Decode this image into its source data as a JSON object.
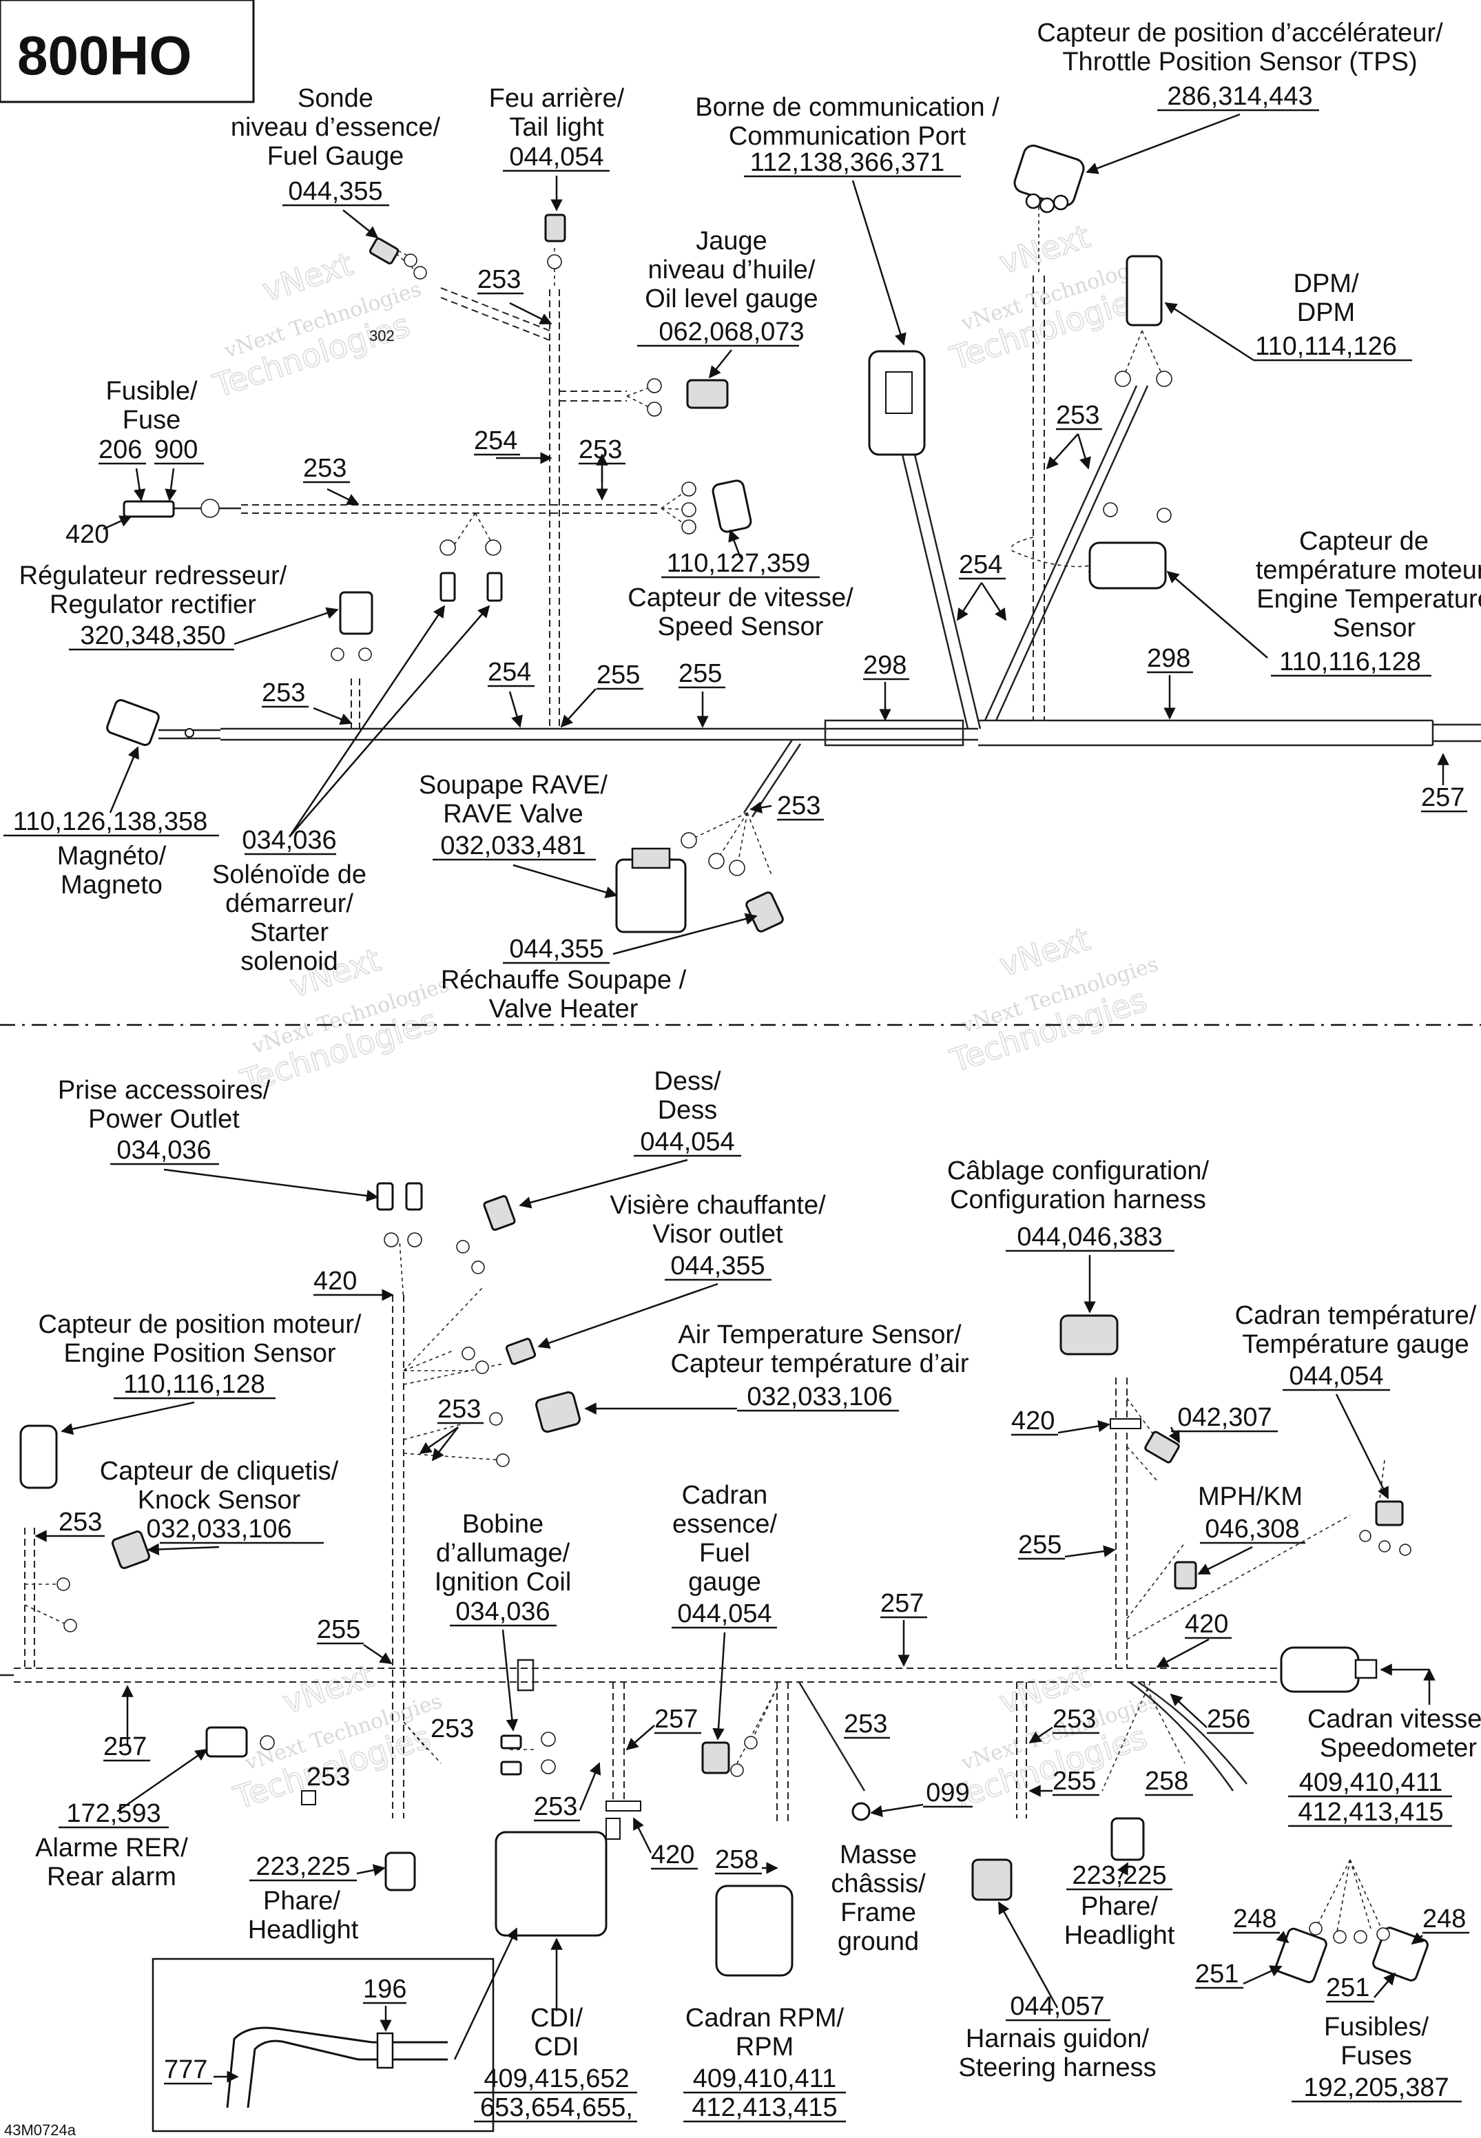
{
  "model": "800HO",
  "figure_code": "43M0724a",
  "watermark": {
    "line1": "vNext Technologies",
    "line2": "vNext",
    "line3": "Technologies"
  },
  "components": {
    "fuel_gauge": {
      "fr": "Sonde",
      "fr2": "niveau d’essence/",
      "en": "Fuel Gauge",
      "refs": "044,355"
    },
    "tail_light": {
      "fr": "Feu arrière/",
      "en": "Tail light",
      "refs": "044,054"
    },
    "comm_port": {
      "fr": "Borne de communication /",
      "en": "Communication Port",
      "refs": "112,138,366,371"
    },
    "tps": {
      "fr": "Capteur de position d’accélérateur/",
      "en": "Throttle Position Sensor (TPS)",
      "refs": "286,314,443"
    },
    "oil_gauge": {
      "fr": "Jauge",
      "fr2": "niveau d’huile/",
      "en": "Oil level gauge",
      "refs": "062,068,073"
    },
    "dpm": {
      "fr": "DPM/",
      "en": "DPM",
      "refs": "110,114,126"
    },
    "fuse": {
      "fr": "Fusible/",
      "en": "Fuse",
      "refs_a": "206",
      "refs_b": "900",
      "ref_c": "420"
    },
    "regulator": {
      "fr": "Régulateur redresseur/",
      "en": "Regulator rectifier",
      "refs": "320,348,350"
    },
    "speed_sensor": {
      "refs": "110,127,359",
      "fr": "Capteur de vitesse/",
      "en": "Speed Sensor"
    },
    "engine_temp": {
      "fr": "Capteur de",
      "fr2": "température moteur/",
      "en": "Engine Temperature",
      "en2": "Sensor",
      "refs": "110,116,128"
    },
    "magneto": {
      "refs": "110,126,138,358",
      "fr": "Magnéto/",
      "en": "Magneto"
    },
    "starter": {
      "refs": "034,036",
      "fr": "Solénoïde de",
      "fr2": "démarreur/",
      "en": "Starter",
      "en2": "solenoid"
    },
    "rave_valve": {
      "fr": "Soupape RAVE/",
      "en": "RAVE Valve",
      "refs": "032,033,481"
    },
    "valve_heater": {
      "refs": "044,355",
      "fr": "Réchauffe Soupape /",
      "en": "Valve Heater"
    },
    "power_outlet": {
      "fr": "Prise accessoires/",
      "en": "Power Outlet",
      "refs": "034,036"
    },
    "dess": {
      "fr": "Dess/",
      "en": "Dess",
      "refs": "044,054"
    },
    "visor": {
      "fr": "Visière chauffante/",
      "en": "Visor outlet",
      "refs": "044,355"
    },
    "config_harness": {
      "fr": "Câblage configuration/",
      "en": "Configuration harness",
      "refs": "044,046,383"
    },
    "engine_position": {
      "fr": "Capteur de position moteur/",
      "en": "Engine Position Sensor",
      "refs": "110,116,128"
    },
    "air_temp": {
      "en": "Air Temperature Sensor/",
      "fr": "Capteur température d’air",
      "refs": "032,033,106"
    },
    "temp_gauge": {
      "fr": "Cadran température/",
      "en": "Température gauge",
      "refs": "044,054"
    },
    "knock": {
      "fr": "Capteur de cliquetis/",
      "en": "Knock Sensor",
      "refs": "032,033,106"
    },
    "ignition_coil": {
      "fr": "Bobine",
      "fr2": "d’allumage/",
      "en": "Ignition Coil",
      "refs": "034,036"
    },
    "fuel_dial": {
      "fr": "Cadran",
      "fr2": "essence/",
      "en": "Fuel",
      "en2": "gauge",
      "refs": "044,054"
    },
    "mph_km": {
      "label": "MPH/KM",
      "refs": "046,308",
      "refs_top": "042,307"
    },
    "speedometer": {
      "fr": "Cadran vitesse/",
      "en": "Speedometer",
      "refs": "409,410,411",
      "refs2": "412,413,415"
    },
    "rear_alarm": {
      "refs": "172,593",
      "fr": "Alarme RER/",
      "en": "Rear alarm"
    },
    "headlight_left": {
      "refs": "223,225",
      "fr": "Phare/",
      "en": "Headlight"
    },
    "headlight_right": {
      "refs": "223,225",
      "fr": "Phare/",
      "en": "Headlight"
    },
    "cdi": {
      "fr": "CDI/",
      "en": "CDI",
      "refs": "409,415,652",
      "refs2": "653,654,655,"
    },
    "rpm": {
      "fr": "Cadran RPM/",
      "en": "RPM",
      "refs": "409,410,411",
      "refs2": "412,413,415"
    },
    "frame_ground": {
      "fr": "Masse",
      "fr2": "châssis/",
      "en": "Frame",
      "en2": "ground",
      "ref": "099"
    },
    "steering_harness": {
      "refs": "044,057",
      "fr": "Harnais guidon/",
      "en": "Steering harness"
    },
    "fuses": {
      "fr": "Fusibles/",
      "en": "Fuses",
      "refs": "192,205,387",
      "a": "248",
      "b": "248",
      "c": "251",
      "d": "251"
    },
    "inset": {
      "a": "196",
      "b": "777"
    }
  },
  "harness_refs": {
    "r253": "253",
    "r254": "254",
    "r255": "255",
    "r298": "298",
    "r257": "257",
    "r302": "302",
    "r420": "420",
    "r256": "256",
    "r258": "258",
    "r299": "099"
  },
  "colors": {
    "line": "#222222",
    "watermark": "#d4d4d4",
    "background": "#ffffff"
  }
}
